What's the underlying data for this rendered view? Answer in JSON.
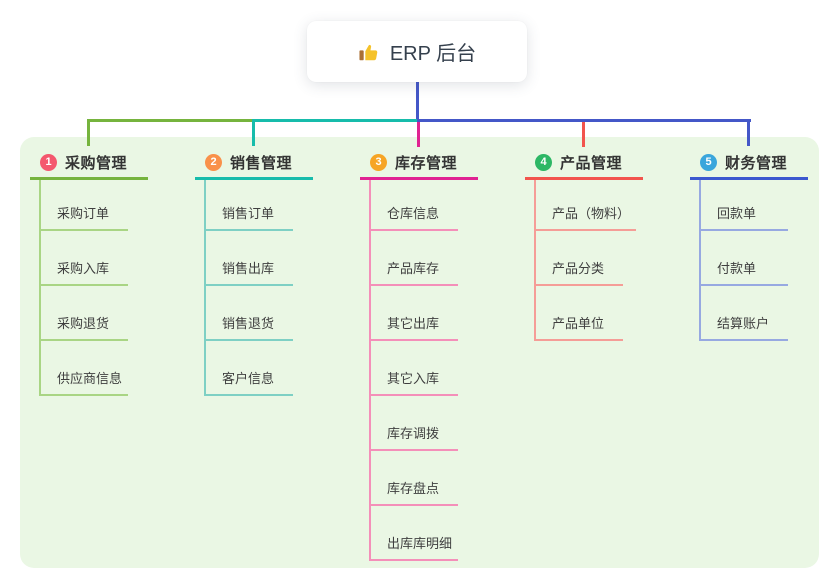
{
  "root": {
    "label": "ERP 后台",
    "icon": "thumbs-up-icon",
    "stem_color": "#4457c8"
  },
  "panel": {
    "bg": "#eaf7e4"
  },
  "branches": [
    {
      "number": "1",
      "label": "采购管理",
      "badge_color": "#f4586e",
      "line_color": "#76b43e",
      "connector_color": "#76b43e",
      "child_line_color": "#a9d584",
      "children": [
        "采购订单",
        "采购入库",
        "采购退货",
        "供应商信息"
      ]
    },
    {
      "number": "2",
      "label": "销售管理",
      "badge_color": "#f9914a",
      "line_color": "#17bcab",
      "connector_color": "#17bcab",
      "child_line_color": "#7ed0c4",
      "children": [
        "销售订单",
        "销售出库",
        "销售退货",
        "客户信息"
      ]
    },
    {
      "number": "3",
      "label": "库存管理",
      "badge_color": "#f6a525",
      "line_color": "#e02392",
      "connector_color": "#e02392",
      "child_line_color": "#f48fb9",
      "children": [
        "仓库信息",
        "产品库存",
        "其它出库",
        "其它入库",
        "库存调拨",
        "库存盘点",
        "出库库明细"
      ]
    },
    {
      "number": "4",
      "label": "产品管理",
      "badge_color": "#2db765",
      "line_color": "#f2544d",
      "connector_color": "#f2544d",
      "child_line_color": "#f59d97",
      "children": [
        "产品（物料）",
        "产品分类",
        "产品单位"
      ]
    },
    {
      "number": "5",
      "label": "财务管理",
      "badge_color": "#3aa6dc",
      "line_color": "#3c58cf",
      "connector_color": "#4457c8",
      "child_line_color": "#97a9e1",
      "children": [
        "回款单",
        "付款单",
        "结算账户"
      ]
    }
  ]
}
